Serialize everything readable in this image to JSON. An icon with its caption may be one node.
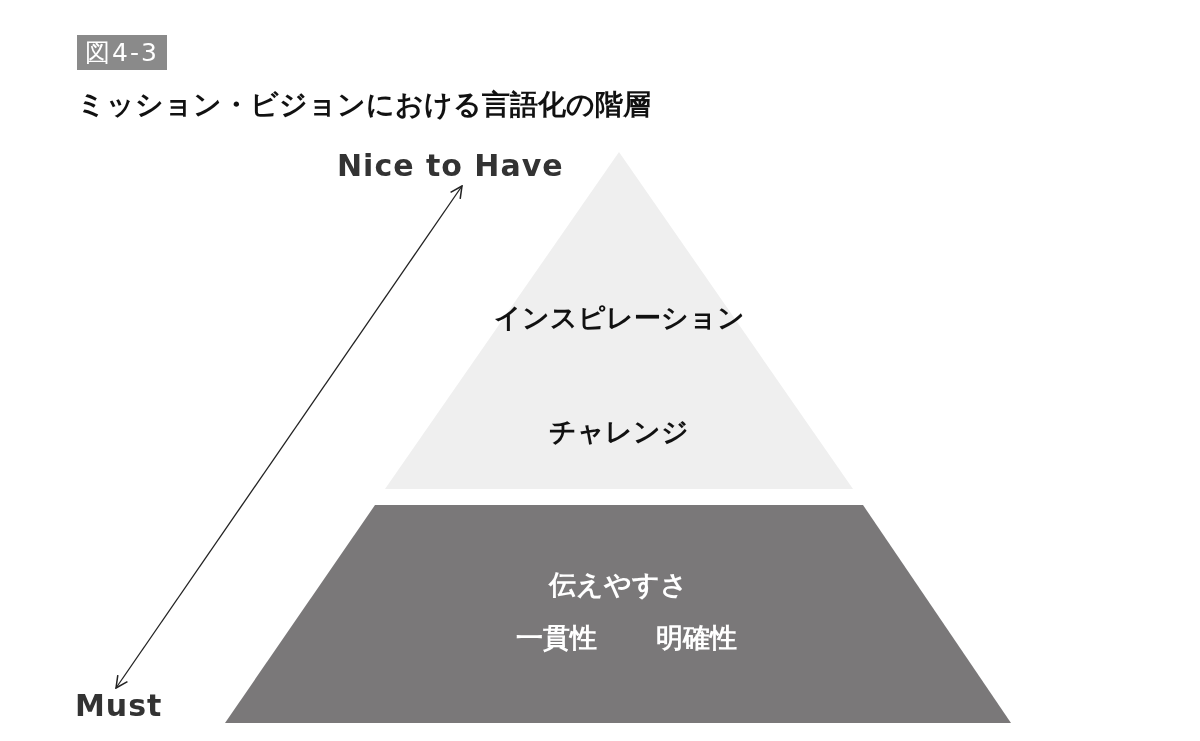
{
  "diagram": {
    "title": "ミッション・ビジョンにおける言語化の階層",
    "nodes": [
      {
        "text": [
          "Nice to Have"
        ]
      },
      {
        "text": [
          "インスピレーション",
          "チャレンジ"
        ]
      },
      {
        "text": [
          "伝えやすさ",
          "一貫性",
          "明確性"
        ]
      },
      {
        "text": [
          "Must"
        ]
      }
    ],
    "edges": [
      {
        "from": 3,
        "to": 0,
        "arrow": "both"
      }
    ],
    "labels": [
      "図4-3"
    ]
  }
}
